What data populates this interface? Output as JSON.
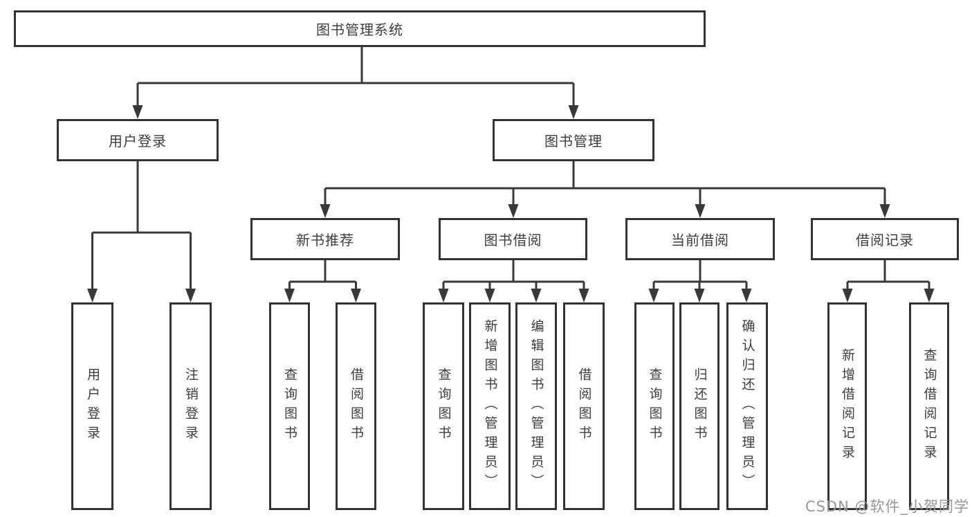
{
  "diagram": {
    "root": {
      "label": "图书管理系统"
    },
    "children": [
      {
        "label": "用户登录",
        "children": [
          {
            "label": "用户登录"
          },
          {
            "label": "注销登录"
          }
        ]
      },
      {
        "label": "图书管理",
        "children": [
          {
            "label": "新书推荐",
            "children": [
              {
                "label": "查询图书"
              },
              {
                "label": "借阅图书"
              }
            ]
          },
          {
            "label": "图书借阅",
            "children": [
              {
                "label": "查询图书"
              },
              {
                "label": "新增图书（管理员）"
              },
              {
                "label": "编辑图书（管理员）"
              },
              {
                "label": "借阅图书"
              }
            ]
          },
          {
            "label": "当前借阅",
            "children": [
              {
                "label": "查询图书"
              },
              {
                "label": "归还图书"
              },
              {
                "label": "确认归还（管理员）"
              }
            ]
          },
          {
            "label": "借阅记录",
            "children": [
              {
                "label": "新增借阅记录"
              },
              {
                "label": "查询借阅记录"
              }
            ]
          }
        ]
      }
    ]
  },
  "watermark": {
    "text": "CSDN @软件_小贺同学"
  },
  "colors": {
    "line": "#383838",
    "box_border": "#333333",
    "text": "#3d3d3d",
    "watermark": "#979797",
    "background": "#ffffff"
  }
}
